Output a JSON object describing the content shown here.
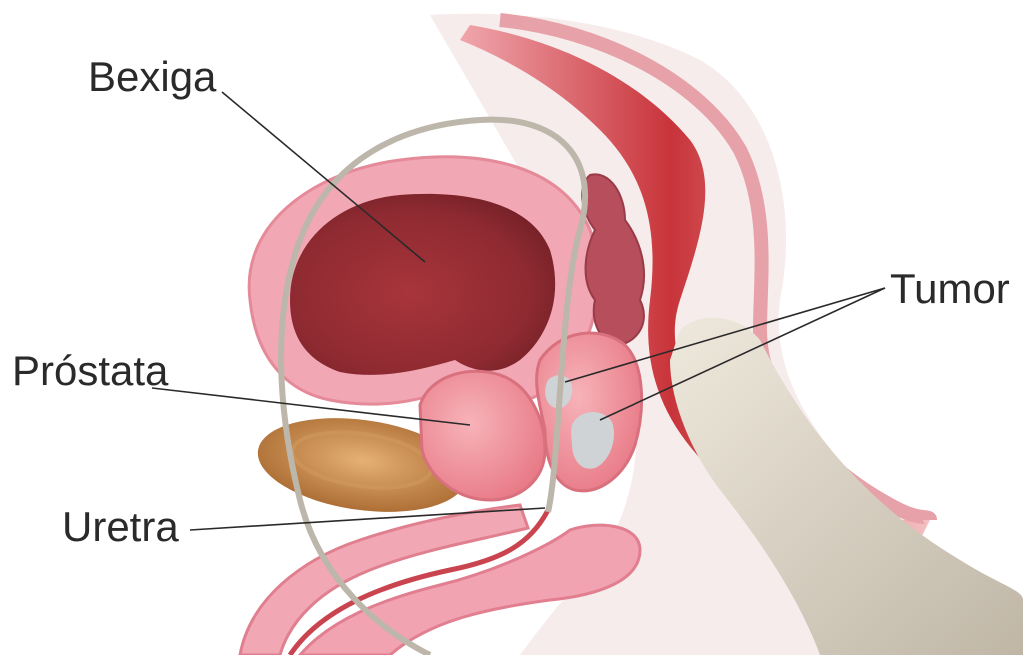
{
  "labels": {
    "bladder": "Bexiga",
    "prostate": "Próstata",
    "urethra": "Uretra",
    "tumor": "Tumor"
  },
  "colors": {
    "leader_line": "#2a2a2a",
    "bladder_wall": "#f1a7b4",
    "bladder_lumen": "#a8343b",
    "prostate": "#ee8c95",
    "tumor_spot": "#cfd3d6",
    "rectum": "#c8343a",
    "bone": "#d9d2c4",
    "pubic_bone": "#c98b4a"
  }
}
